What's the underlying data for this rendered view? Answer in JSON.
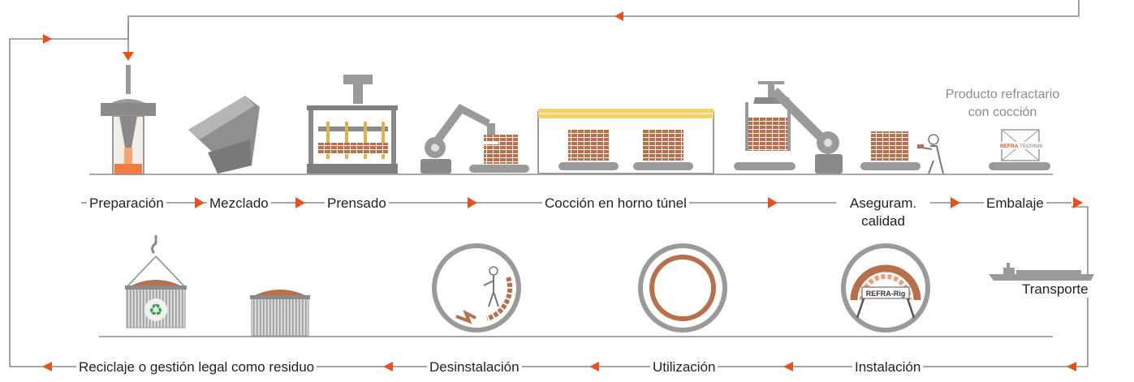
{
  "colors": {
    "accent": "#e8501e",
    "line": "#8a8a8a",
    "brick": "#b8704a",
    "steel": "#9a9a9a"
  },
  "top_row": {
    "steps": [
      "Preparación",
      "Mezclado",
      "Prensado",
      "Cocción en horno túnel",
      "Aseguram. calidad",
      "Embalaje"
    ],
    "product_note_line1": "Producto refractario",
    "product_note_line2": "con cocción",
    "crate_brand_a": "REFRA",
    "crate_brand_b": "TECHNIK"
  },
  "side": {
    "transport": "Transporte"
  },
  "bottom_row": {
    "steps": [
      "Instalación",
      "Utilización",
      "Desinstalación",
      "Reciclaje o gestión legal como residuo"
    ],
    "rig_label": "REFRA-Rig"
  }
}
